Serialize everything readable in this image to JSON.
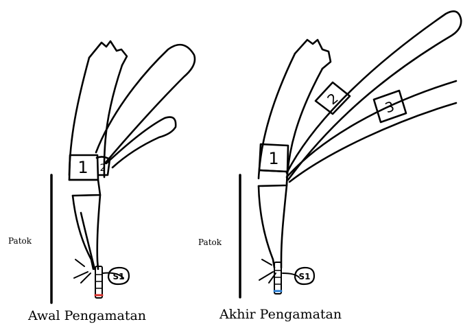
{
  "panels": [
    {
      "caption": "Awal Pengamatan",
      "patok_label": "Patok",
      "tag_labels": [
        "1",
        "2"
      ],
      "plant_label": "S1"
    },
    {
      "caption": "Akhir Pengamatan",
      "patok_label": "Patok",
      "tag_labels": [
        "1",
        "2",
        "3"
      ],
      "plant_label": "S1"
    }
  ]
}
